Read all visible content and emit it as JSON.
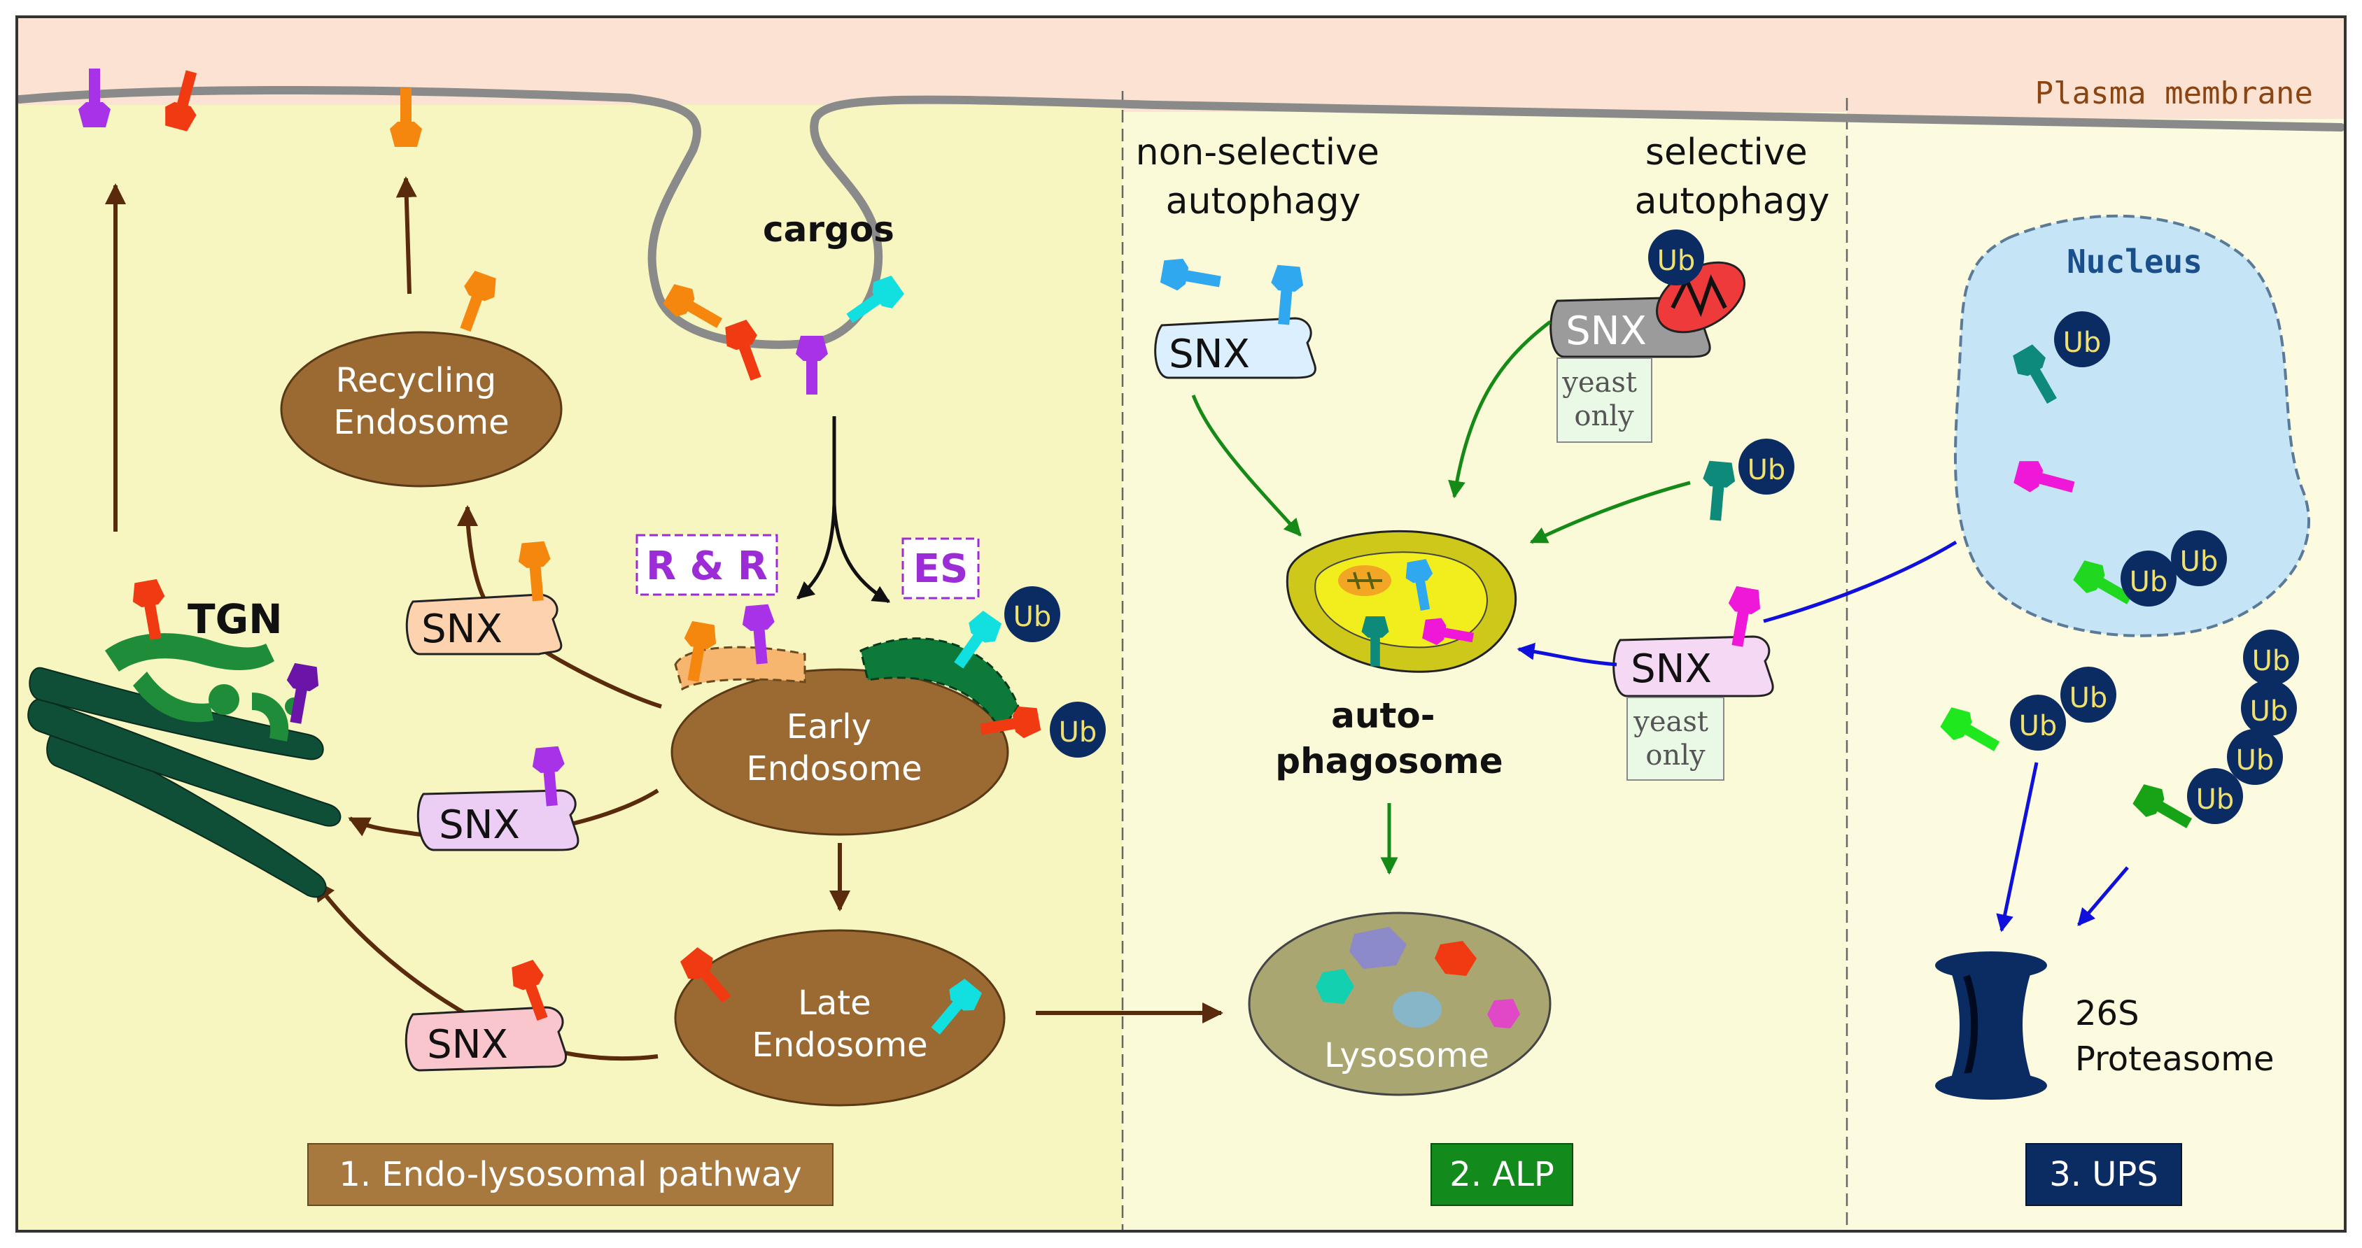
{
  "membrane": {
    "label": "Plasma membrane"
  },
  "pathways": {
    "endo": {
      "label": "1. Endo-lysosomal pathway"
    },
    "alp": {
      "label": "2. ALP"
    },
    "ups": {
      "label": "3. UPS"
    }
  },
  "organelles": {
    "cargos": "cargos",
    "recycling": [
      "Recycling",
      "Endosome"
    ],
    "early": [
      "Early",
      "Endosome"
    ],
    "late": [
      "Late",
      "Endosome"
    ],
    "tgn": "TGN",
    "lysosome": "Lysosome",
    "autophagosome": [
      "auto-",
      "phagosome"
    ],
    "nucleus": "Nucleus",
    "proteasome": [
      "26S",
      "Proteasome"
    ]
  },
  "complexes": {
    "rr": "R & R",
    "es": "ES"
  },
  "sorting_nexin": "SNX",
  "ubiquitin": "Ub",
  "autophagy": {
    "nonselective": [
      "non-selective",
      "autophagy"
    ],
    "selective": [
      "selective",
      "autophagy"
    ]
  },
  "yeast_only": [
    "yeast",
    "only"
  ],
  "colors": {
    "endo_bg": "#f7f5c0",
    "alp_bg": "#fbfad8",
    "ups_bg": "#fcfbe0",
    "membrane_bg": "#fbe2d2",
    "endosome": "#9b6a32",
    "lysosome": "#a9a672",
    "nucleus": "#c5e4f5",
    "ubiquitin": "#0b2c63",
    "proteasome": "#0b2c63",
    "snx_blue": "#dcefff",
    "snx_pink": "#f8c6cc",
    "snx_violet": "#eccdf4",
    "snx_orange": "#fcd3ae",
    "snx_grey": "#9b9b9b",
    "endo_label_bg": "#a8793e",
    "alp_label_bg": "#128b1c",
    "ups_label_bg": "#0b2c63"
  }
}
